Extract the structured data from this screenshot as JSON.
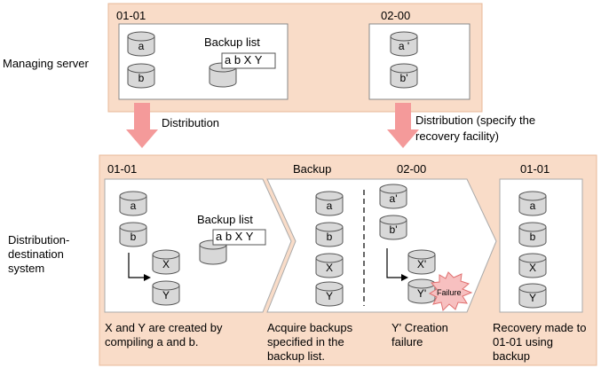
{
  "managing_server": {
    "label": "Managing server",
    "left_group": {
      "id": "01-01",
      "items": [
        "a",
        "b"
      ],
      "backup_list_title": "Backup list",
      "backup_list": "a b X Y"
    },
    "right_group": {
      "id": "02-00",
      "items": [
        "a '",
        "b'"
      ]
    }
  },
  "arrows": {
    "left_label": "Distribution",
    "right_label_line1": "Distribution (specify the",
    "right_label_line2": "recovery facility)"
  },
  "destination": {
    "label_line1": "Distribution-",
    "label_line2": "destination",
    "label_line3": "system",
    "step1": {
      "id": "01-01",
      "items": [
        "a",
        "b",
        "X",
        "Y"
      ],
      "backup_list_title": "Backup list",
      "backup_list": "a b X Y",
      "caption_line1": "X and Y are created by",
      "caption_line2": "compiling a and b."
    },
    "step2": {
      "backup_title": "Backup",
      "id": "02-00",
      "backup_items": [
        "a",
        "b",
        "X",
        "Y"
      ],
      "new_items": [
        "a'",
        "b'",
        "X'",
        "Y'"
      ],
      "failure_label": "Failure",
      "caption_left_line1": "Acquire backups",
      "caption_left_line2": "specified in the",
      "caption_left_line3": "backup list.",
      "caption_right_line1": "Y' Creation",
      "caption_right_line2": "failure"
    },
    "step3": {
      "id": "01-01",
      "items": [
        "a",
        "b",
        "X",
        "Y"
      ],
      "caption_line1": "Recovery made to",
      "caption_line2": "01-01 using",
      "caption_line3": "backup"
    }
  },
  "colors": {
    "panel_fill": "#f9dcc8",
    "panel_stroke": "#e8b898",
    "arrow": "#f49a9a",
    "cylinder": "#d8d8d8",
    "failure_fill": "#f7c0c0",
    "failure_stroke": "#e07070"
  }
}
